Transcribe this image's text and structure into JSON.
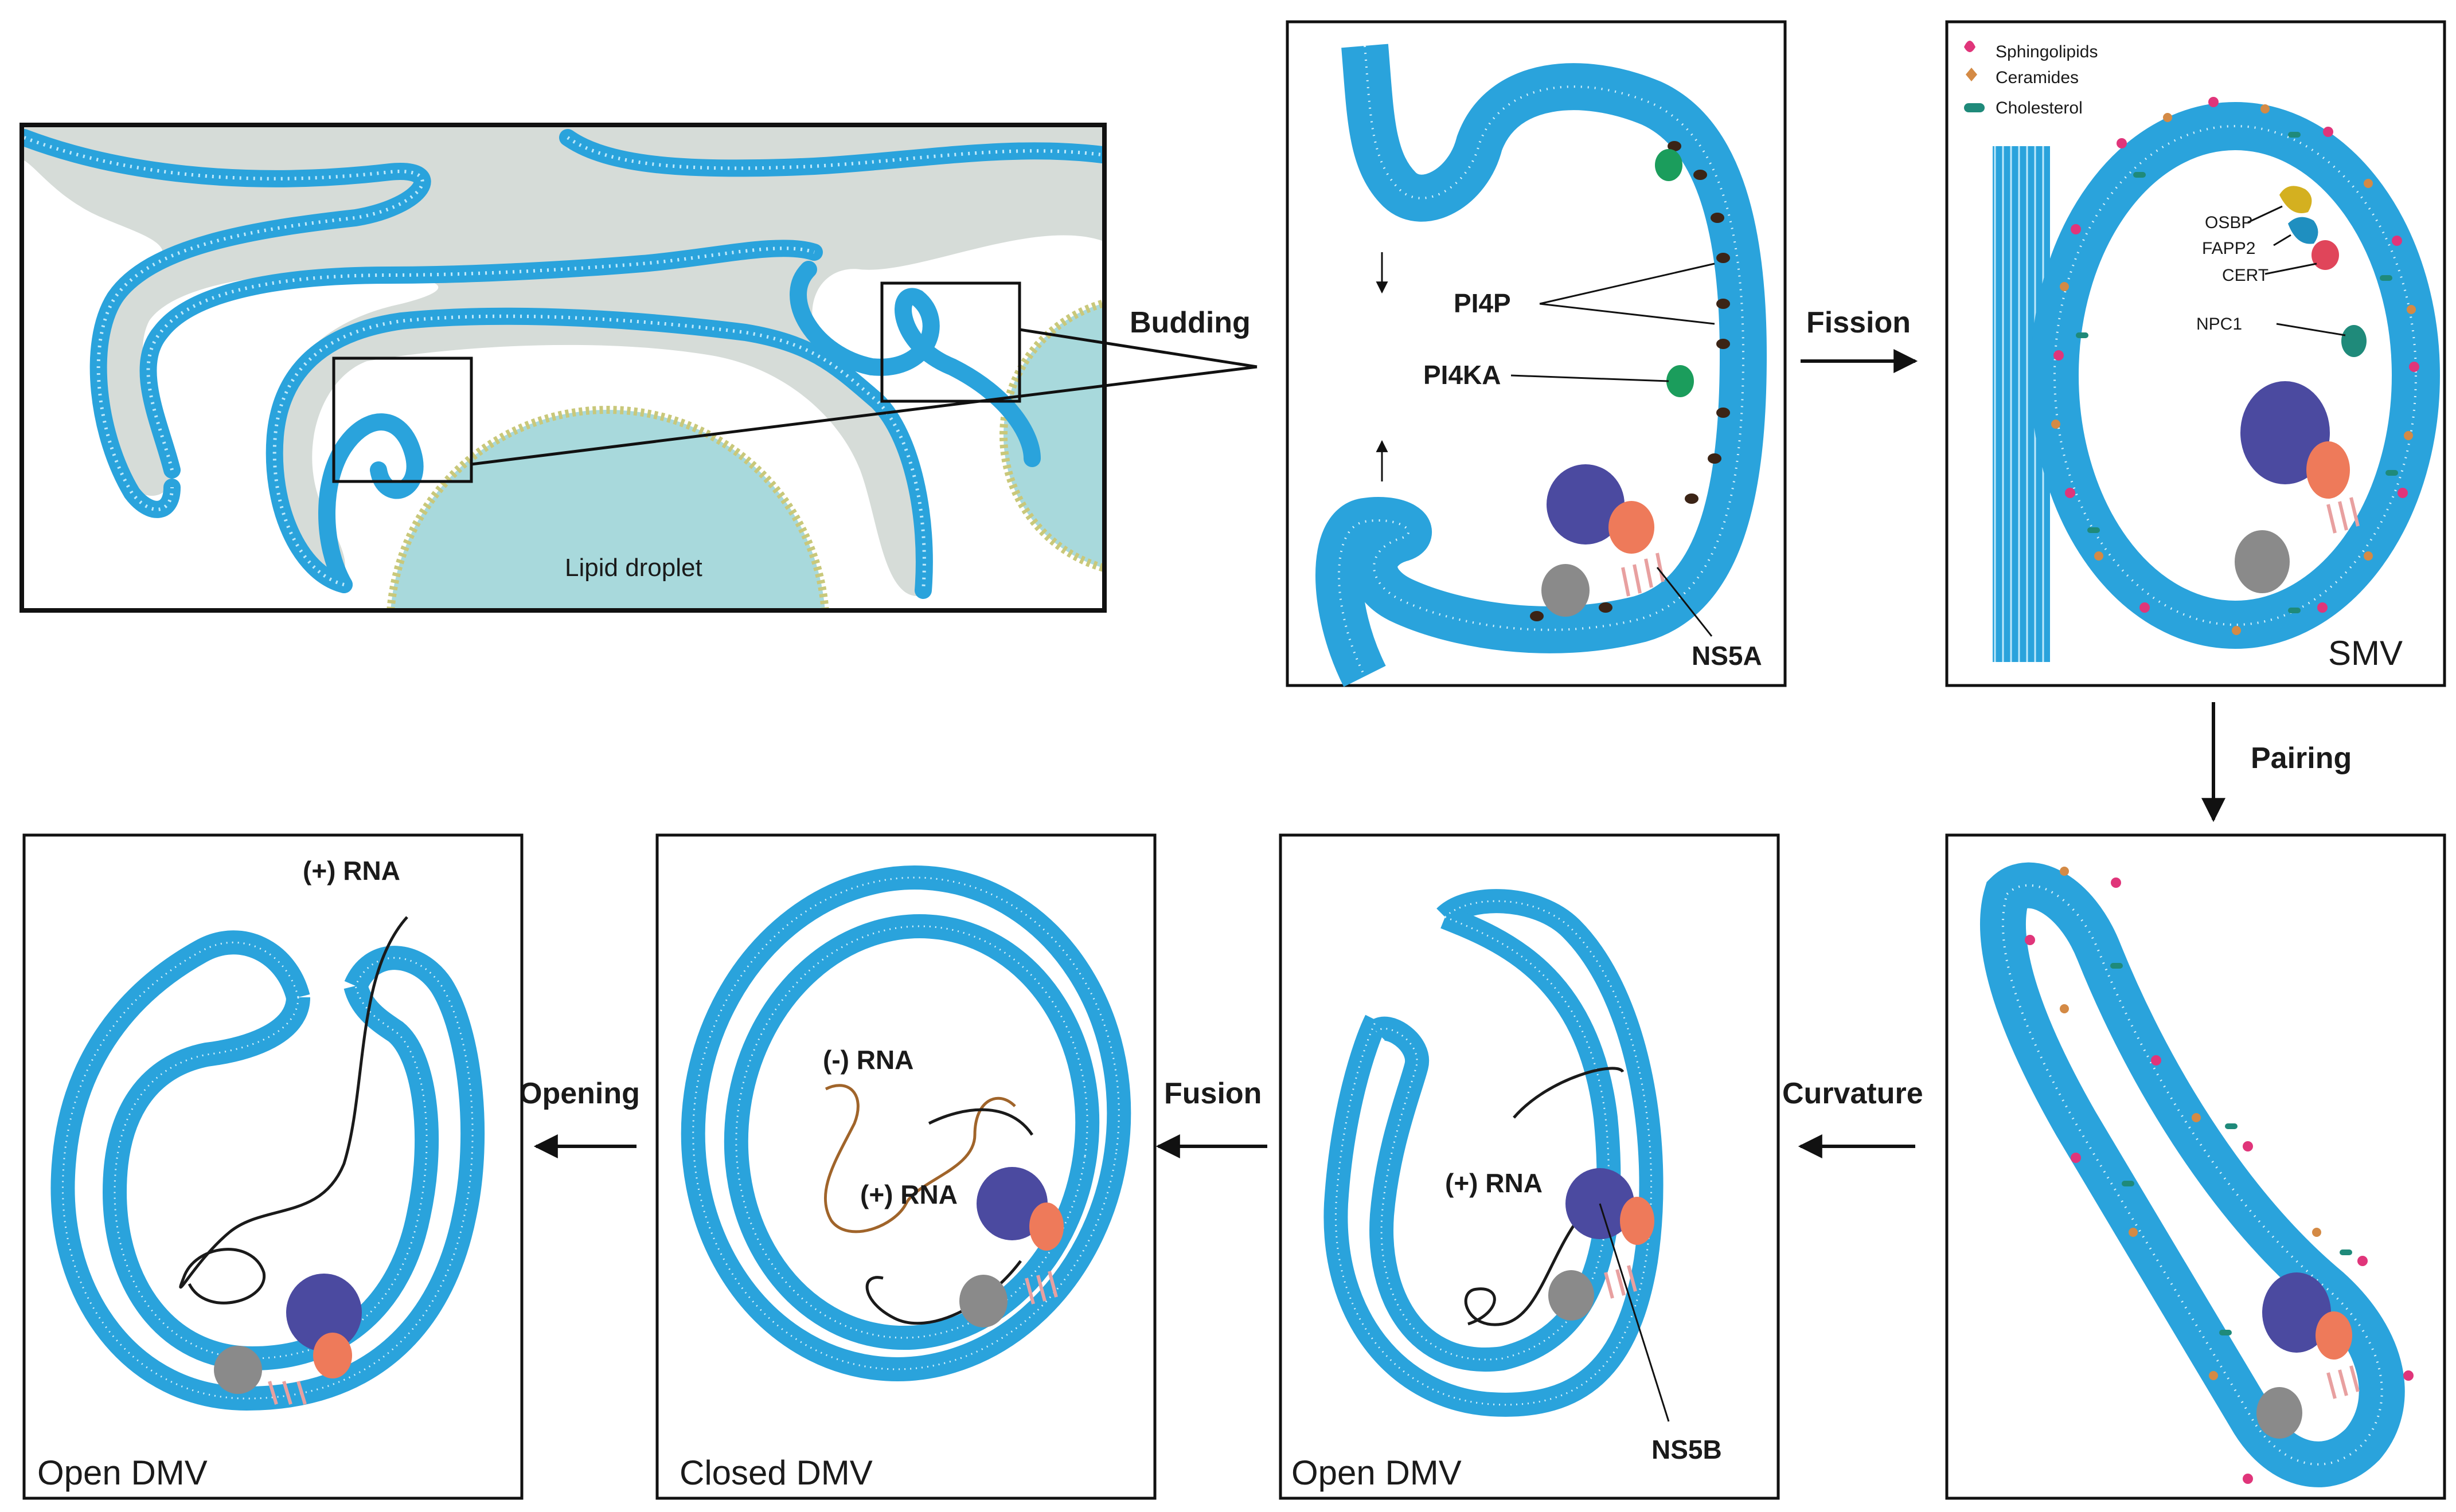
{
  "labels": {
    "budding": "Budding",
    "fission": "Fission",
    "pairing": "Pairing",
    "curvature": "Curvature",
    "fusion": "Fusion",
    "opening": "Opening",
    "lipid_droplet": "Lipid droplet",
    "pi4p": "PI4P",
    "pi4ka": "PI4KA",
    "ns5a": "NS5A",
    "ns5b": "NS5B",
    "osbp": "OSBP",
    "fapp2": "FAPP2",
    "cert": "CERT",
    "npc1": "NPC1",
    "smv": "SMV",
    "open_dmv_1": "Open DMV",
    "open_dmv_2": "Open DMV",
    "closed_dmv": "Closed DMV",
    "plus_rna_1": "(+) RNA",
    "plus_rna_2": "(+) RNA",
    "plus_rna_3": "(+) RNA",
    "minus_rna": "(-) RNA"
  },
  "legend": [
    {
      "label": "Sphingolipids",
      "color": "#e0357a",
      "icon": "sphingolipid-icon"
    },
    {
      "label": "Ceramides",
      "color": "#d48a45",
      "icon": "ceramide-icon"
    },
    {
      "label": "Cholesterol",
      "color": "#1f8a7a",
      "icon": "cholesterol-icon"
    }
  ],
  "colors": {
    "membrane": "#2aa3dc",
    "membrane_light": "#8fd3f3",
    "cytoplasm": "#d6dcd8",
    "lipid_droplet": "#a8d9dc",
    "ns5a_protein": "#4b4aa0",
    "ns5b_protein": "#ee7a5a",
    "host_protein": "#8a8a8a",
    "pi4ka": "#1b9d5c",
    "pi4p": "#3b2416",
    "osbp": "#d4b020",
    "fapp2": "#1f8fc0",
    "cert": "#e0455a",
    "rna_plus": "#1a1a1a",
    "rna_minus": "#a0642a"
  }
}
